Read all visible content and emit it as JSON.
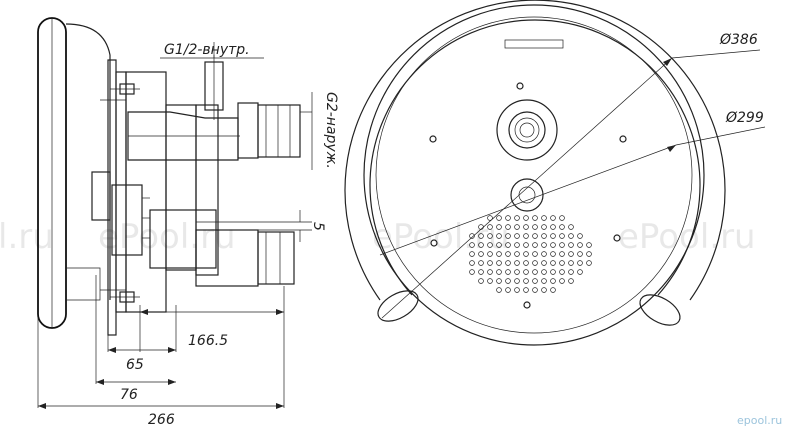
{
  "labels": {
    "thread_inner": "G1/2-внутр.",
    "thread_outer": "G2-наруж."
  },
  "dimensions": {
    "d386": "Ø386",
    "d299": "Ø299",
    "d5": "5",
    "d166": "166.5",
    "d65": "65",
    "d76": "76",
    "d266": "266"
  },
  "watermarks": [
    "l.ru",
    "ePool.ru",
    "ePool.ru",
    "ePool.ru"
  ],
  "logo": "epool.ru"
}
